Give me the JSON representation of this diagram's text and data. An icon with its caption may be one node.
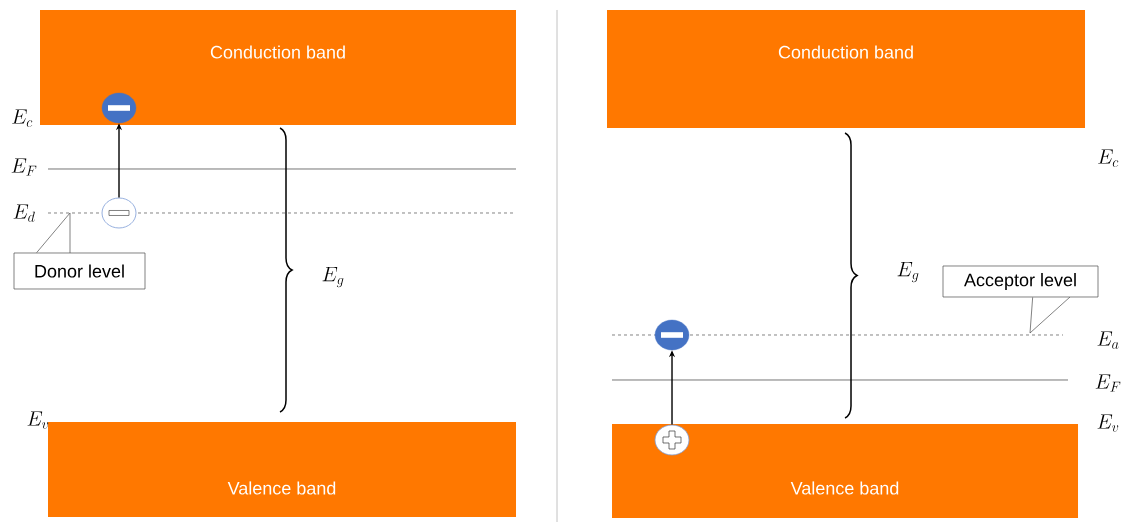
{
  "diagram": {
    "nodes": [
      {
        "text": [
          "Conduction band"
        ]
      },
      {
        "text": [
          "Valence band"
        ]
      },
      {
        "text": [],
        "shape": "circle",
        "in": 0
      },
      {
        "text": [],
        "shape": "circle"
      },
      {
        "text": [
          "Donor level"
        ]
      },
      {
        "text": [
          "Conduction band"
        ]
      },
      {
        "text": [
          "Valence band"
        ]
      },
      {
        "text": [],
        "shape": "circle"
      },
      {
        "text": [],
        "shape": "circle",
        "in": 6
      },
      {
        "text": [
          "Acceptor level"
        ]
      }
    ],
    "edges": [
      {
        "from": 3,
        "to": 2,
        "arrow": "to"
      },
      {
        "from": 4,
        "to": null,
        "arrow": "none"
      },
      {
        "from": 8,
        "to": 7,
        "arrow": "to"
      },
      {
        "from": 9,
        "to": null,
        "arrow": "none"
      }
    ],
    "labels": [
      "E_c",
      "E_F",
      "E_d",
      "E_g",
      "E_v",
      "E_c",
      "E_g",
      "E_a",
      "E_F",
      "E_v"
    ]
  }
}
